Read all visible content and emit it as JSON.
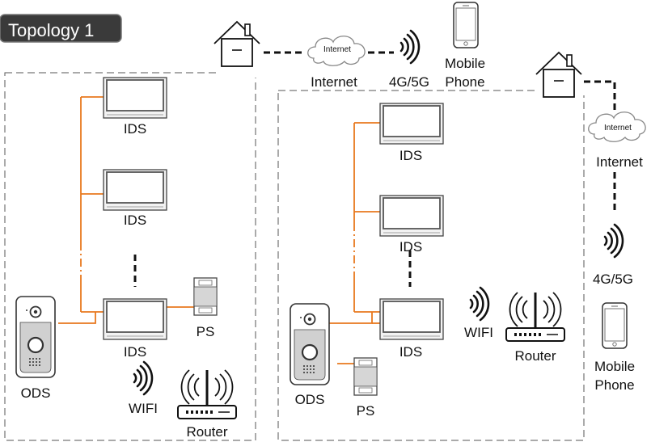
{
  "title": "Topology 1",
  "labels": {
    "internet": "Internet",
    "cloud_text": "Internet",
    "network": "4G/5G",
    "mobile_line1": "Mobile",
    "mobile_line2": "Phone",
    "ids": "IDS",
    "ods": "ODS",
    "ps": "PS",
    "wifi": "WIFI",
    "router": "Router"
  },
  "colors": {
    "wire": "#e8781e",
    "title_bg": "#3a3a3a",
    "outline": "#111111",
    "frame": "#555555"
  }
}
